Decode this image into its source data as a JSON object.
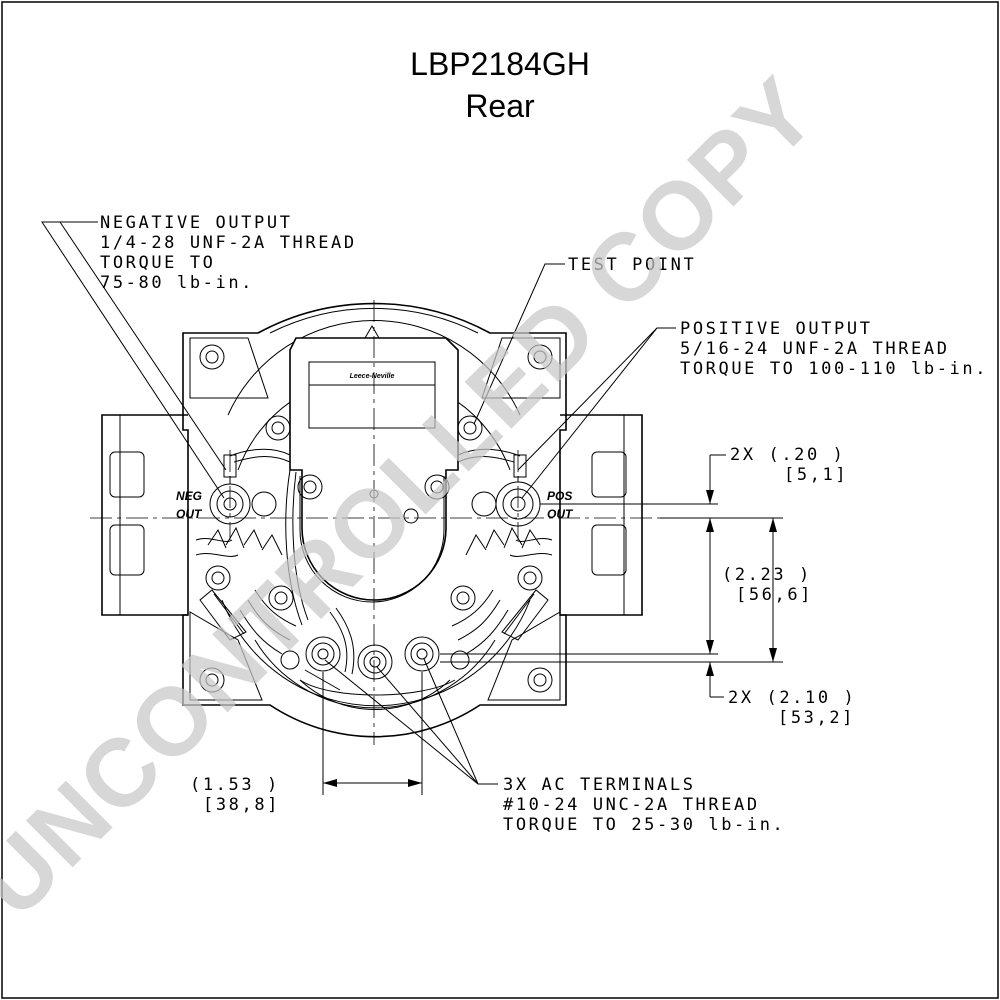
{
  "title": "LBP2184GH",
  "subtitle": "Rear",
  "callouts": {
    "negative_output": [
      "NEGATIVE OUTPUT",
      "1/4-28 UNF-2A THREAD",
      "TORQUE TO",
      "75-80 lb-in."
    ],
    "test_point": [
      "TEST POINT"
    ],
    "positive_output": [
      "POSITIVE OUTPUT",
      "5/16-24 UNF-2A THREAD",
      "TORQUE TO 100-110 lb-in."
    ],
    "ac_terminals": [
      "3X AC TERMINALS",
      "#10-24 UNC-2A THREAD",
      "TORQUE TO 25-30 lb-in."
    ]
  },
  "dimensions": {
    "pos_offset": {
      "inch": "2X (.20  )",
      "mm": "[5,1]"
    },
    "vertical": {
      "inch": "(2.23  )",
      "mm": "[56,6]"
    },
    "ac_offset": {
      "inch": "2X (2.10  )",
      "mm": "[53,2]"
    },
    "ac_spacing": {
      "inch": "(1.53  )",
      "mm": "[38,8]"
    }
  },
  "terminal_labels": {
    "neg": [
      "NEG",
      "OUT"
    ],
    "pos": [
      "POS",
      "OUT"
    ]
  },
  "regulator_logo": "Leece-Neville",
  "watermark": "UNCONTROLLED COPY"
}
